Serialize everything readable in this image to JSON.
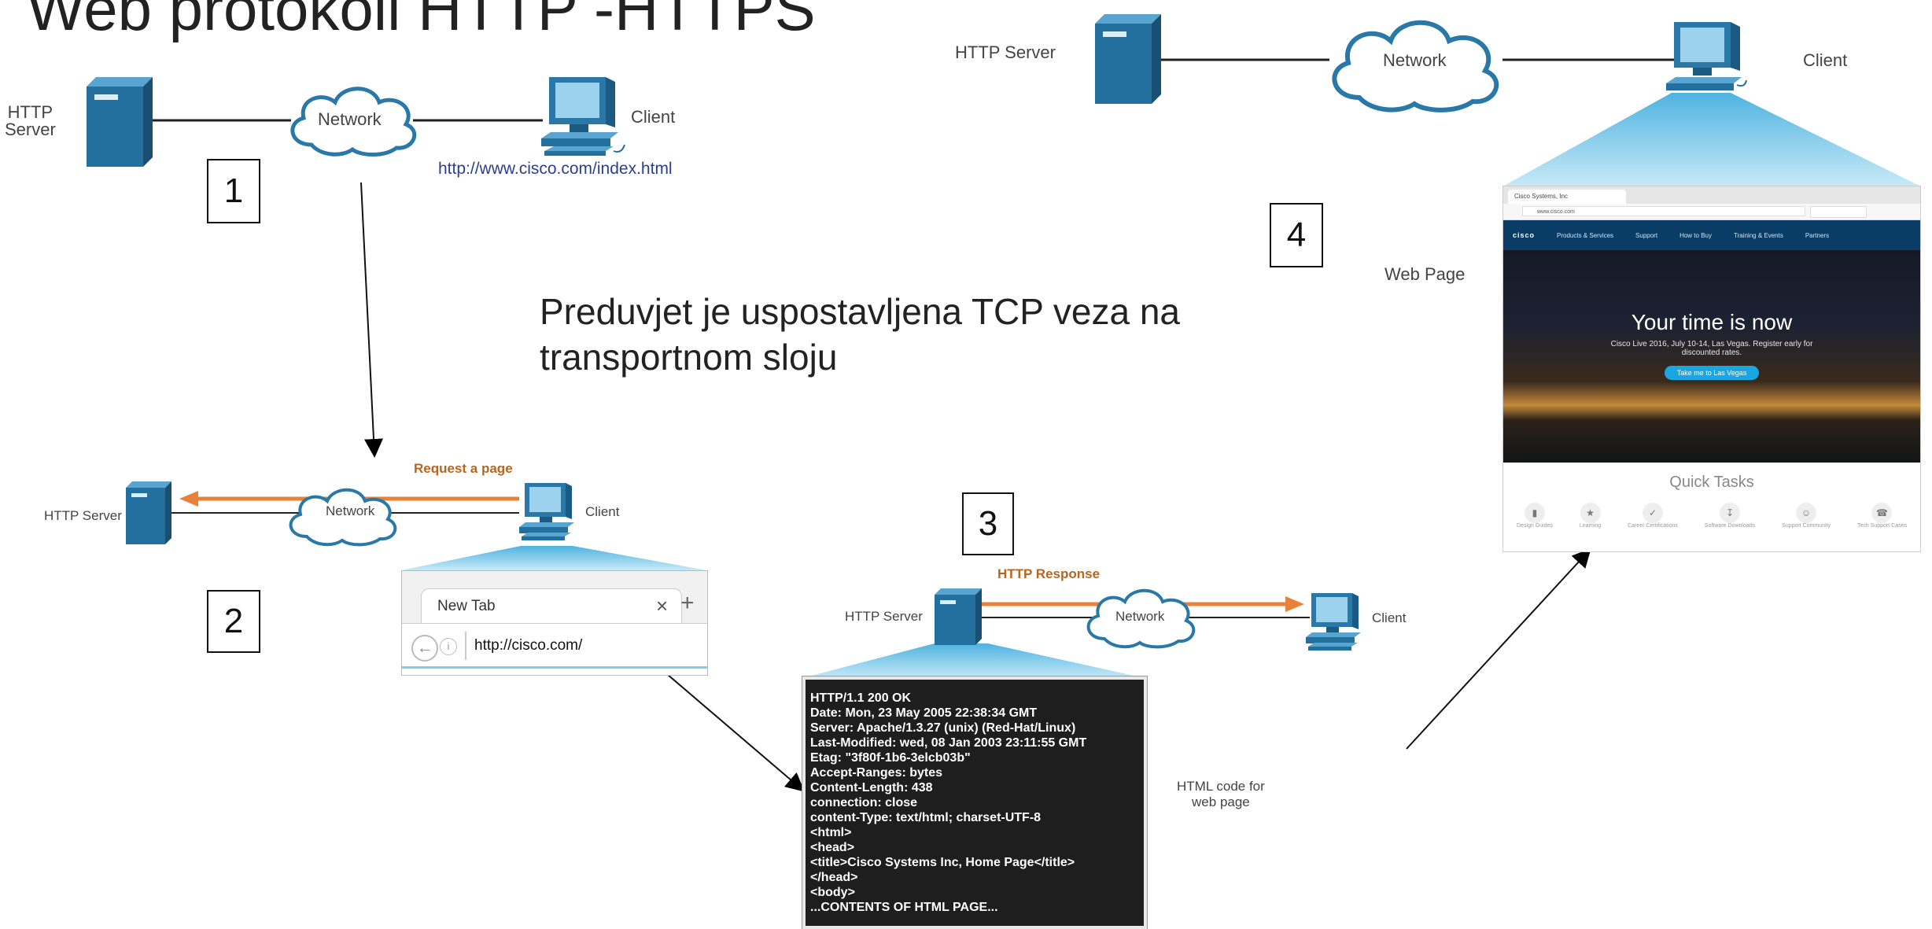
{
  "title": "Web protokoli HTTP -HTTPS",
  "prerequisite": [
    "Preduvjet je uspostavljena TCP veza na",
    "transportnom sloju"
  ],
  "steps": [
    "1",
    "2",
    "3",
    "4"
  ],
  "step1": {
    "server_label": [
      "HTTP",
      "Server"
    ],
    "network_label": "Network",
    "client_label": "Client",
    "url": "http://www.cisco.com/index.html"
  },
  "step2": {
    "server_label": "HTTP Server",
    "network_label": "Network",
    "client_label": "Client",
    "arrow_label": "Request a page",
    "tab_title": "New Tab",
    "tab_close": "×",
    "new_tab": "+",
    "address": "http://cisco.com/"
  },
  "step3": {
    "server_label": "HTTP Server",
    "network_label": "Network",
    "client_label": "Client",
    "arrow_label": "HTTP Response",
    "caption": [
      "HTML code for",
      "web page"
    ],
    "code_lines": [
      "HTTP/1.1 200 OK",
      "Date: Mon, 23 May 2005 22:38:34 GMT",
      "Server: Apache/1.3.27 (unix) (Red-Hat/Linux)",
      "Last-Modified: wed, 08 Jan 2003 23:11:55 GMT",
      "Etag: \"3f80f-1b6-3elcb03b\"",
      "Accept-Ranges: bytes",
      "Content-Length: 438",
      "connection: close",
      "content-Type: text/html; charset-UTF-8",
      "<html>",
      "<head>",
      "<title>Cisco Systems Inc, Home Page</title>",
      "</head>",
      "<body>",
      "...CONTENTS OF HTML PAGE..."
    ]
  },
  "step4": {
    "server_label": "HTTP Server",
    "network_label": "Network",
    "client_label": "Client",
    "webpage_label": "Web Page",
    "page": {
      "tab_title": "Cisco Systems, Inc",
      "address": "www.cisco.com",
      "logo": "cisco",
      "nav": [
        "Products & Services",
        "Support",
        "How to Buy",
        "Training & Events",
        "Partners"
      ],
      "headline": "Your time is now",
      "subtext": [
        "Cisco Live 2016, July 10-14, Las Vegas. Register early for",
        "discounted rates."
      ],
      "button": "Take me to Las Vegas",
      "quick_tasks_title": "Quick Tasks",
      "quick_tasks": [
        "Design Guides",
        "Learning",
        "Career Certifications",
        "Software Downloads",
        "Support Community",
        "Tech Support Cases"
      ]
    }
  },
  "colors": {
    "device": "#2a78a8",
    "arrow": "#e8823a",
    "beam": "#7fcbe9",
    "url": "#2b3f8c"
  },
  "icons": [
    "server-icon",
    "cloud-icon",
    "computer-icon",
    "arrow-icon"
  ]
}
